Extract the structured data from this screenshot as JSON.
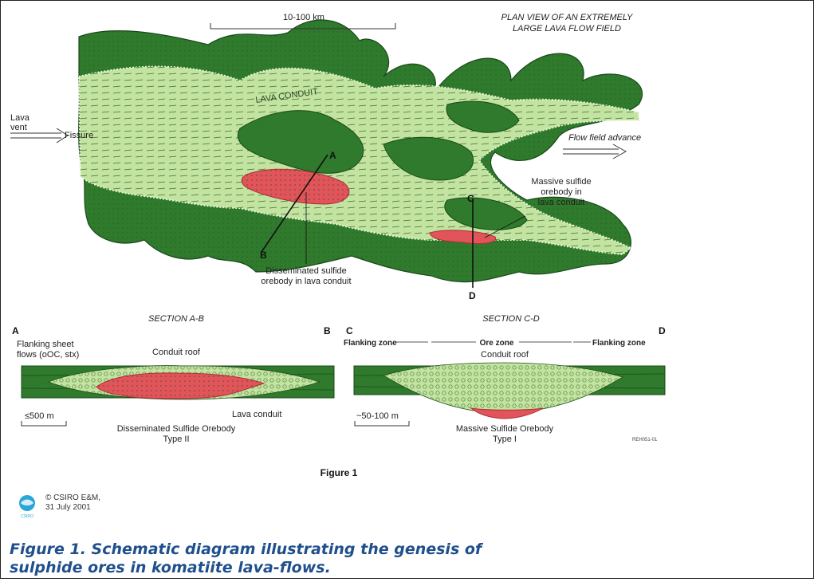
{
  "diagram": {
    "scale_bar_label": "10-100 km",
    "plan_title_line1": "PLAN VIEW OF AN EXTREMELY",
    "plan_title_line2": "LARGE LAVA FLOW FIELD",
    "lava_vent_line1": "Lava",
    "lava_vent_line2": "vent",
    "fissure": "Fissure",
    "lava_conduit": "LAVA  CONDUIT",
    "flow_field_advance": "Flow field advance",
    "point_a": "A",
    "point_b": "B",
    "point_c": "C",
    "point_d": "D",
    "massive_line1": "Massive sulfide",
    "massive_line2": "orebody in",
    "massive_line3": "lava conduit",
    "disseminated_line1": "Disseminated sulfide",
    "disseminated_line2": "orebody in lava conduit",
    "section_ab": {
      "title": "SECTION A-B",
      "left": "A",
      "right": "B",
      "flanking_line1": "Flanking sheet",
      "flanking_line2": "flows (oOC, stx)",
      "conduit_roof": "Conduit roof",
      "lava_conduit": "Lava conduit",
      "scale": "≤500 m",
      "orebody_line1": "Disseminated Sulfide Orebody",
      "orebody_line2": "Type II"
    },
    "section_cd": {
      "title": "SECTION C-D",
      "left": "C",
      "right": "D",
      "flanking_left": "Flanking zone",
      "ore_zone": "Ore zone",
      "flanking_right": "Flanking zone",
      "conduit_roof": "Conduit roof",
      "scale": "~50-100 m",
      "orebody_line1": "Massive Sulfide Orebody",
      "orebody_line2": "Type I",
      "ref": "REH051-01"
    },
    "figure_label": "Figure 1",
    "copyright_line1": "© CSIRO E&M,",
    "copyright_line2": "31 July 2001",
    "logo_text": "CSIRO"
  },
  "caption": {
    "line1": "Figure 1. Schematic diagram illustrating the genesis of",
    "line2": "sulphide ores in komatiite lava-flows."
  },
  "colors": {
    "dark_green": "#2f7a2c",
    "light_green": "#c3e3a1",
    "ore_red": "#e0545a",
    "caption_blue": "#1f4f8c",
    "logo_blue": "#2aa7d8"
  }
}
